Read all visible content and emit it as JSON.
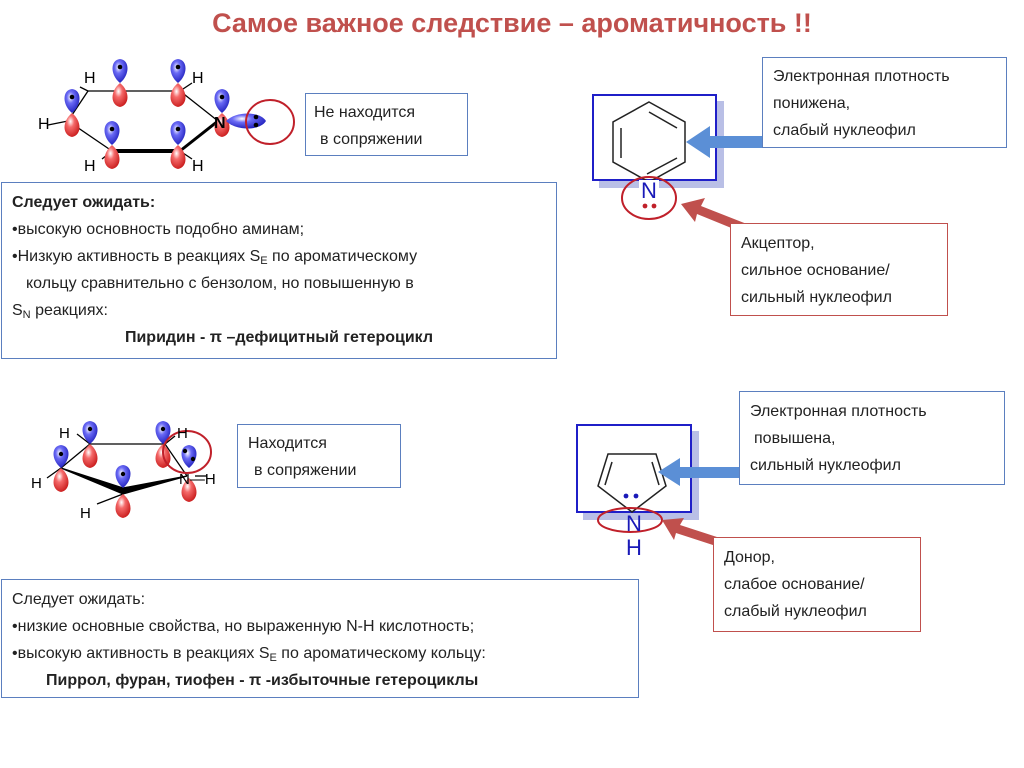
{
  "title": "Самое важное следствие – ароматичность !!",
  "colors": {
    "title": "#c0504d",
    "blue_box": "#5b7fbf",
    "red_box": "#c0504d",
    "orbital_blue": "#2a2ad6",
    "orbital_red": "#e63030",
    "arrow_blue": "#5b8fd6",
    "arrow_red": "#c0504d"
  },
  "pyridine": {
    "atoms": {
      "h": "H",
      "n": "N"
    },
    "conjugation_note": [
      "Не находится",
      "в сопряжении"
    ],
    "expect": {
      "heading": "Следует ожидать:",
      "line1": "•высокую основность подобно аминам;",
      "line2_pre": "•Низкую активность в реакциях S",
      "line2_sub": "E",
      "line2_post": " по ароматическому",
      "line3": "кольцу сравнительно с бензолом, но повышенную в",
      "line4_pre": "S",
      "line4_sub": "N",
      "line4_post": " реакциях:",
      "conclusion": "Пиридин  - π –дефицитный гетероцикл"
    },
    "ring_label": "N",
    "density_note": [
      "Электронная плотность",
      "понижена,",
      "слабый нуклеофил"
    ],
    "acceptor_note": [
      "Акцептор,",
      "сильное основание/",
      "сильный нуклеофил"
    ]
  },
  "pyrrole": {
    "atoms": {
      "h": "H",
      "n": "N",
      "nh": "N—H"
    },
    "conjugation_note": [
      "Находится",
      "в сопряжении"
    ],
    "expect": {
      "heading": "Следует ожидать:",
      "line1": "•низкие основные свойства, но выраженную N-H кислотность;",
      "line2_pre": "•высокую активность в реакциях S",
      "line2_sub": "E",
      "line2_post": " по ароматическому кольцу:",
      "conclusion": "Пиррол, фуран, тиофен -  π -избыточные гетероциклы"
    },
    "ring_label_n": "N",
    "ring_label_h": "H",
    "density_note": [
      "Электронная плотность",
      "повышена,",
      "сильный нуклеофил"
    ],
    "donor_note": [
      "Донор,",
      "слабое основание/",
      "слабый нуклеофил"
    ]
  }
}
